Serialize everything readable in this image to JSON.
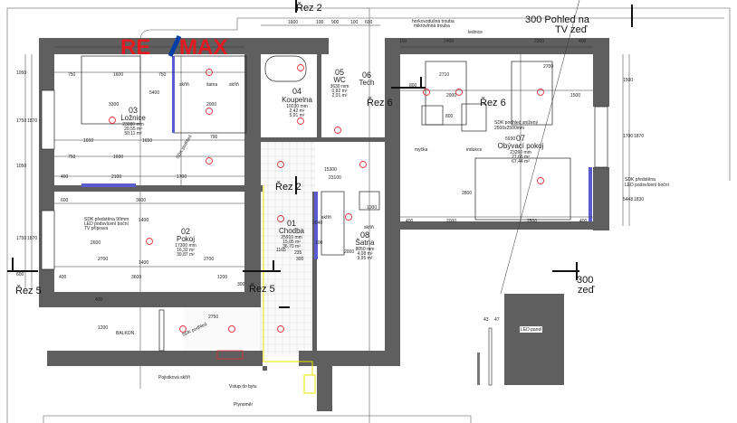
{
  "logo": {
    "text": "RE/MAX",
    "colors": {
      "red": "#e11b22",
      "blue": "#003da5"
    }
  },
  "sections": {
    "rez2_top": "Řez 2",
    "rez2_mid": "Řez 2",
    "rez6_left": "Řez 6",
    "rez6_right": "Řez 6",
    "rez5_left": "Řez 5",
    "rez5_right": "Řez 5",
    "pohled_tv_line1": "300 Pohled na",
    "pohled_tv_line2": "TV zeď",
    "zed_line1": "300",
    "zed_line2": "zeď"
  },
  "rooms": [
    {
      "num": "03",
      "name": "Ložnice",
      "perimeter": "23080 mm",
      "area": "20,55 m²",
      "wall_area": "50,11 m²"
    },
    {
      "num": "04",
      "name": "Koupelna",
      "perimeter": "10230 mm",
      "area": "2,42 m²",
      "wall_area": "5,91 m²"
    },
    {
      "num": "05",
      "name": "WC",
      "perimeter": "3630 mm",
      "area": "0,82 m²",
      "wall_area": "2,01 m²"
    },
    {
      "num": "06",
      "name": "Tech",
      "perimeter": "",
      "area": "",
      "wall_area": ""
    },
    {
      "num": "07",
      "name": "Obývací pokoj",
      "perimeter": "23260 mm",
      "area": "27,66 m²",
      "wall_area": "67,44 m²"
    },
    {
      "num": "02",
      "name": "Pokoj",
      "perimeter": "17300 mm",
      "area": "16,32 m²",
      "wall_area": "39,87 m²"
    },
    {
      "num": "01",
      "name": "Chodba",
      "perimeter": "25910 mm",
      "area": "15,05 m²",
      "wall_area": "36,70 m²"
    },
    {
      "num": "08",
      "name": "Šatna",
      "perimeter": "8050 mm",
      "area": "4,08 m²",
      "wall_area": "9,95 m²"
    }
  ],
  "annotations": {
    "oven": "horkovzdušná trouba",
    "microwave": "mikrovlnná trouba",
    "fridge": "lednice",
    "sdk_ceiling": "SDK podhled snížený",
    "sdk_ceiling_size": "2500x2500mm",
    "induction": "indukce",
    "sink": "myčka",
    "sdk_wall_right_1": "SDK předstěna",
    "sdk_wall_right_2": "LED podsvícení boční",
    "sdk_wall_left_1": "SDK předstěna  90mm",
    "sdk_wall_left_2": "LED podsvícení boční",
    "sdk_wall_left_3": "TV příprava",
    "wardrobe_1": "skříň",
    "wardrobe_2": "šatna",
    "wardrobe_3": "skříň",
    "skrin_hall": "skříň",
    "skrin_satna": "skříň",
    "balcony": "BALKON",
    "shoe_cabinet": "Pojistková skříň",
    "entrance": "Vstup do bytu",
    "gas_meter": "Plynoměr",
    "led_panel": "LED panel",
    "sdk_podhled_bedroom": "SDK podhled",
    "sdk_podhled_balcony": "SDK podhled"
  },
  "dimensions": {
    "top": [
      "1600",
      "100",
      "900",
      "100",
      "600"
    ],
    "kitchen_top": [
      "150",
      "2400",
      "2200",
      "400"
    ],
    "bedroom": [
      "750",
      "1600",
      "750",
      "3300",
      "1650",
      "1650",
      "750",
      "1600",
      "400",
      "2100",
      "1700",
      "5400",
      "2000",
      "790"
    ],
    "pokoj": [
      "600",
      "3600",
      "2700",
      "2700",
      "400",
      "3600",
      "1200",
      "2600",
      "1400",
      "1400",
      "300"
    ],
    "left_vertical": [
      "1050",
      "1870",
      "1750",
      "1050",
      "1870",
      "1750",
      "600"
    ],
    "right_vertical": [
      "1500",
      "1700",
      "1870",
      "5448",
      "1830"
    ],
    "living": [
      "800",
      "2710",
      "1500",
      "2700",
      "2000",
      "800",
      "5930",
      "2800",
      "400",
      "2000",
      "2500",
      "400"
    ],
    "hall": [
      "15300",
      "23100",
      "1165",
      "235",
      "300",
      "100",
      "2040",
      "2000",
      "1000"
    ],
    "balcony": [
      "2750",
      "1200",
      "400"
    ],
    "detail": [
      "43",
      "47"
    ]
  }
}
